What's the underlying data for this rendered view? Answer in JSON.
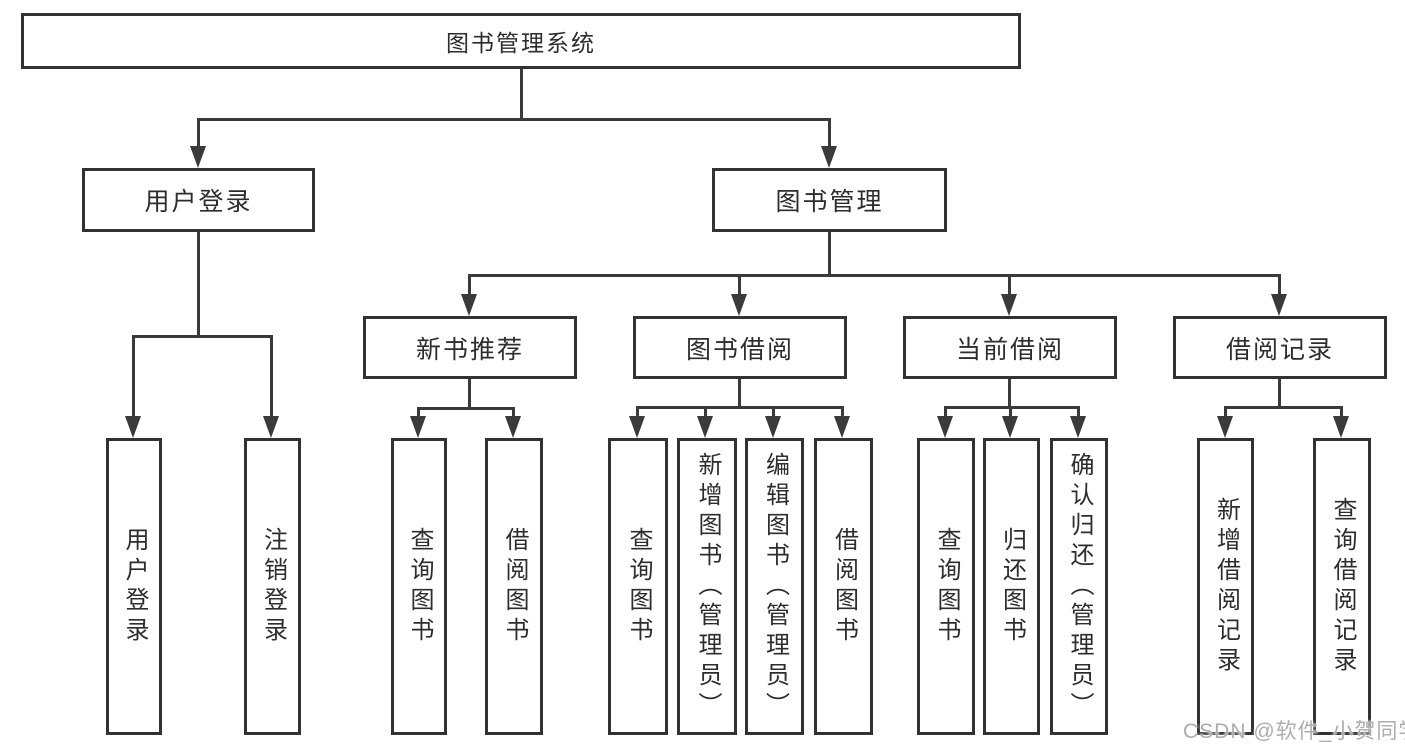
{
  "watermark": "CSDN @软件_小贺同学",
  "colors": {
    "line": "#3a3a3c",
    "box_border": "#323234",
    "text": "#2d2d2f",
    "watermark": "#adadad",
    "background": "#ffffff"
  },
  "tree": {
    "label": "图书管理系统",
    "children": [
      {
        "label": "用户登录",
        "children": [
          {
            "label": "用户登录"
          },
          {
            "label": "注销登录"
          }
        ]
      },
      {
        "label": "图书管理",
        "children": [
          {
            "label": "新书推荐",
            "children": [
              {
                "label": "查询图书"
              },
              {
                "label": "借阅图书"
              }
            ]
          },
          {
            "label": "图书借阅",
            "children": [
              {
                "label": "查询图书"
              },
              {
                "label": "新增图书（管理员）"
              },
              {
                "label": "编辑图书（管理员）"
              },
              {
                "label": "借阅图书"
              }
            ]
          },
          {
            "label": "当前借阅",
            "children": [
              {
                "label": "查询图书"
              },
              {
                "label": "归还图书"
              },
              {
                "label": "确认归还（管理员）"
              }
            ]
          },
          {
            "label": "借阅记录",
            "children": [
              {
                "label": "新增借阅记录"
              },
              {
                "label": "查询借阅记录"
              }
            ]
          }
        ]
      }
    ]
  }
}
